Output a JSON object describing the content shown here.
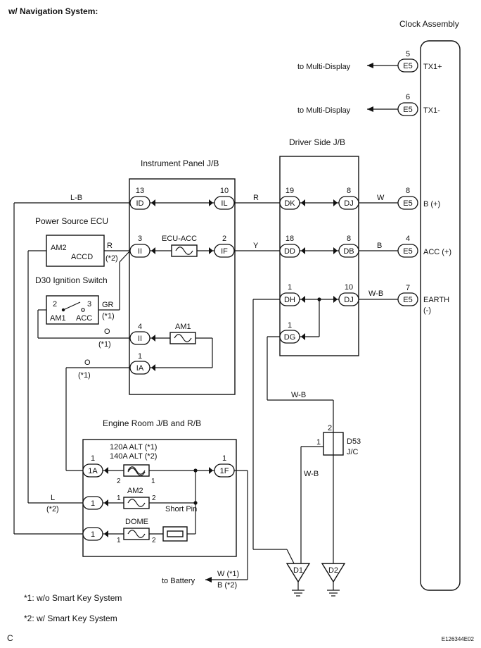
{
  "header": {
    "title": "w/ Navigation System:"
  },
  "components": {
    "clock_assembly": "Clock Assembly",
    "driver_side_jb": "Driver Side J/B",
    "instrument_panel_jb": "Instrument Panel J/B",
    "power_source_ecu": "Power Source ECU",
    "ignition_switch": "D30 Ignition Switch",
    "engine_room_jb": "Engine Room J/B and R/B",
    "jc_id": "D53",
    "jc_name": "J/C",
    "ground_1": "D1",
    "ground_2": "D2"
  },
  "clock_pins": {
    "tx1p": {
      "pin": "5",
      "conn": "E5",
      "name": "TX1+"
    },
    "tx1m": {
      "pin": "6",
      "conn": "E5",
      "name": "TX1-"
    },
    "bplus": {
      "pin": "8",
      "conn": "E5",
      "name": "B (+)"
    },
    "acc": {
      "pin": "4",
      "conn": "E5",
      "name": "ACC (+)"
    },
    "earth": {
      "pin": "7",
      "conn": "E5",
      "name": "EARTH",
      "sub": "(-)"
    }
  },
  "destinations": {
    "multi_display": "to Multi-Display",
    "battery": "to Battery"
  },
  "driver_jb": {
    "dk": {
      "pin": "19",
      "conn": "DK"
    },
    "dj8": {
      "pin": "8",
      "conn": "DJ"
    },
    "dd": {
      "pin": "18",
      "conn": "DD"
    },
    "db": {
      "pin": "8",
      "conn": "DB"
    },
    "dh": {
      "pin": "1",
      "conn": "DH"
    },
    "dj10": {
      "pin": "10",
      "conn": "DJ"
    },
    "dg": {
      "pin": "1",
      "conn": "DG"
    }
  },
  "ip_jb": {
    "id": {
      "pin": "13",
      "conn": "ID"
    },
    "il": {
      "pin": "10",
      "conn": "IL"
    },
    "ii3": {
      "pin": "3",
      "conn": "II"
    },
    "if": {
      "pin": "2",
      "conn": "IF"
    },
    "ii4": {
      "pin": "4",
      "conn": "II"
    },
    "ia": {
      "pin": "1",
      "conn": "IA"
    },
    "fuse_ecu_acc": "ECU-ACC",
    "fuse_am1": "AM1"
  },
  "ecu": {
    "am2": "AM2",
    "accd": "ACCD"
  },
  "ign": {
    "pin2": "2",
    "pin3": "3",
    "am1": "AM1",
    "acc": "ACC"
  },
  "engine_jb": {
    "c1a": {
      "pin": "1",
      "conn": "1A"
    },
    "c1f": {
      "pin": "1",
      "conn": "1F"
    },
    "c1a_am2": {
      "conn": "1"
    },
    "c1_dome": {
      "conn": "1"
    },
    "alt1": "120A ALT (*1)",
    "alt2": "140A ALT (*2)",
    "am2": "AM2",
    "dome": "DOME",
    "short_pin": "Short Pin",
    "n1": "1",
    "n2": "2"
  },
  "wires": {
    "lb": "L-B",
    "r_ecu": "R",
    "r_note": "(*2)",
    "gr": "GR",
    "gr_note": "(*1)",
    "o1": "O",
    "o1_note": "(*1)",
    "o2": "O",
    "o2_note": "(*1)",
    "l": "L",
    "l_note": "(*2)",
    "r": "R",
    "y": "Y",
    "w": "W",
    "b": "B",
    "wb": "W-B",
    "wb2": "W-B",
    "wb3": "W-B",
    "batt_w": "W (*1)",
    "batt_b": "B (*2)"
  },
  "jc": {
    "pin1": "1",
    "pin2": "2"
  },
  "notes": {
    "n1": "*1: w/o Smart Key System",
    "n2": "*2: w/ Smart Key System"
  },
  "footer": {
    "left": "C",
    "right": "E126344E02"
  }
}
